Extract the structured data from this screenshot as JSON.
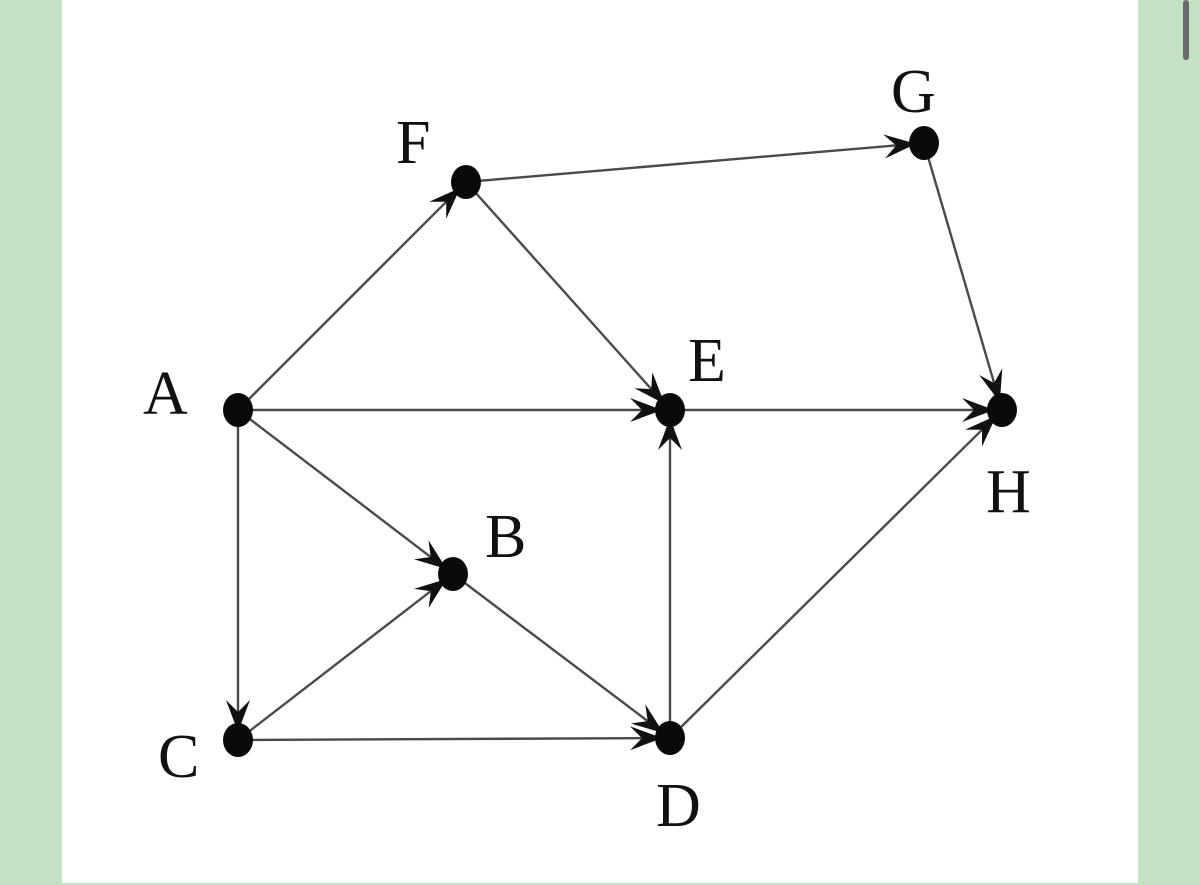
{
  "diagram": {
    "type": "directed-graph",
    "nodes": [
      {
        "id": "A",
        "label": "A"
      },
      {
        "id": "B",
        "label": "B"
      },
      {
        "id": "C",
        "label": "C"
      },
      {
        "id": "D",
        "label": "D"
      },
      {
        "id": "E",
        "label": "E"
      },
      {
        "id": "F",
        "label": "F"
      },
      {
        "id": "G",
        "label": "G"
      },
      {
        "id": "H",
        "label": "H"
      }
    ],
    "edges": [
      {
        "from": "A",
        "to": "F"
      },
      {
        "from": "A",
        "to": "E"
      },
      {
        "from": "A",
        "to": "B"
      },
      {
        "from": "A",
        "to": "C"
      },
      {
        "from": "F",
        "to": "G"
      },
      {
        "from": "F",
        "to": "E"
      },
      {
        "from": "G",
        "to": "H"
      },
      {
        "from": "E",
        "to": "H"
      },
      {
        "from": "C",
        "to": "B"
      },
      {
        "from": "C",
        "to": "D"
      },
      {
        "from": "B",
        "to": "D"
      },
      {
        "from": "D",
        "to": "E"
      },
      {
        "from": "D",
        "to": "H"
      }
    ]
  }
}
